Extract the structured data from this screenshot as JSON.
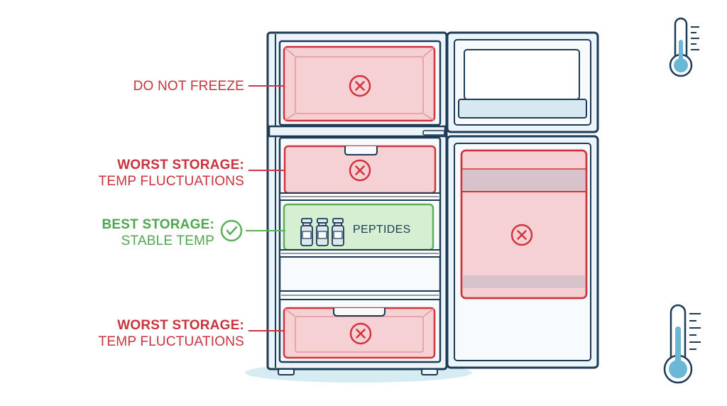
{
  "labels": {
    "freezer": "DO NOT FREEZE",
    "worst_top_line1": "WORST STORAGE:",
    "worst_top_line2": "TEMP FLUCTUATIONS",
    "best_line1": "BEST STORAGE:",
    "best_line2": "STABLE TEMP",
    "worst_bottom_line1": "WORST STORAGE:",
    "worst_bottom_line2": "TEMP FLUCTUATIONS",
    "peptides": "PEPTIDES"
  },
  "colors": {
    "outline": "#1d3a56",
    "fridge_body": "#eaf4f9",
    "fridge_inner": "#f7fbfd",
    "bad_fill": "#f6d1d4",
    "bad_stroke": "#d0343e",
    "good_fill": "#d6efd3",
    "good_stroke": "#5aaf57",
    "thermo_fill": "#6ab7d6",
    "shadow": "#d7ebf3"
  },
  "icons": {
    "x_mark": "x-circle-icon",
    "check": "check-circle-icon",
    "thermometer": "thermometer-icon",
    "vial": "vial-icon"
  }
}
